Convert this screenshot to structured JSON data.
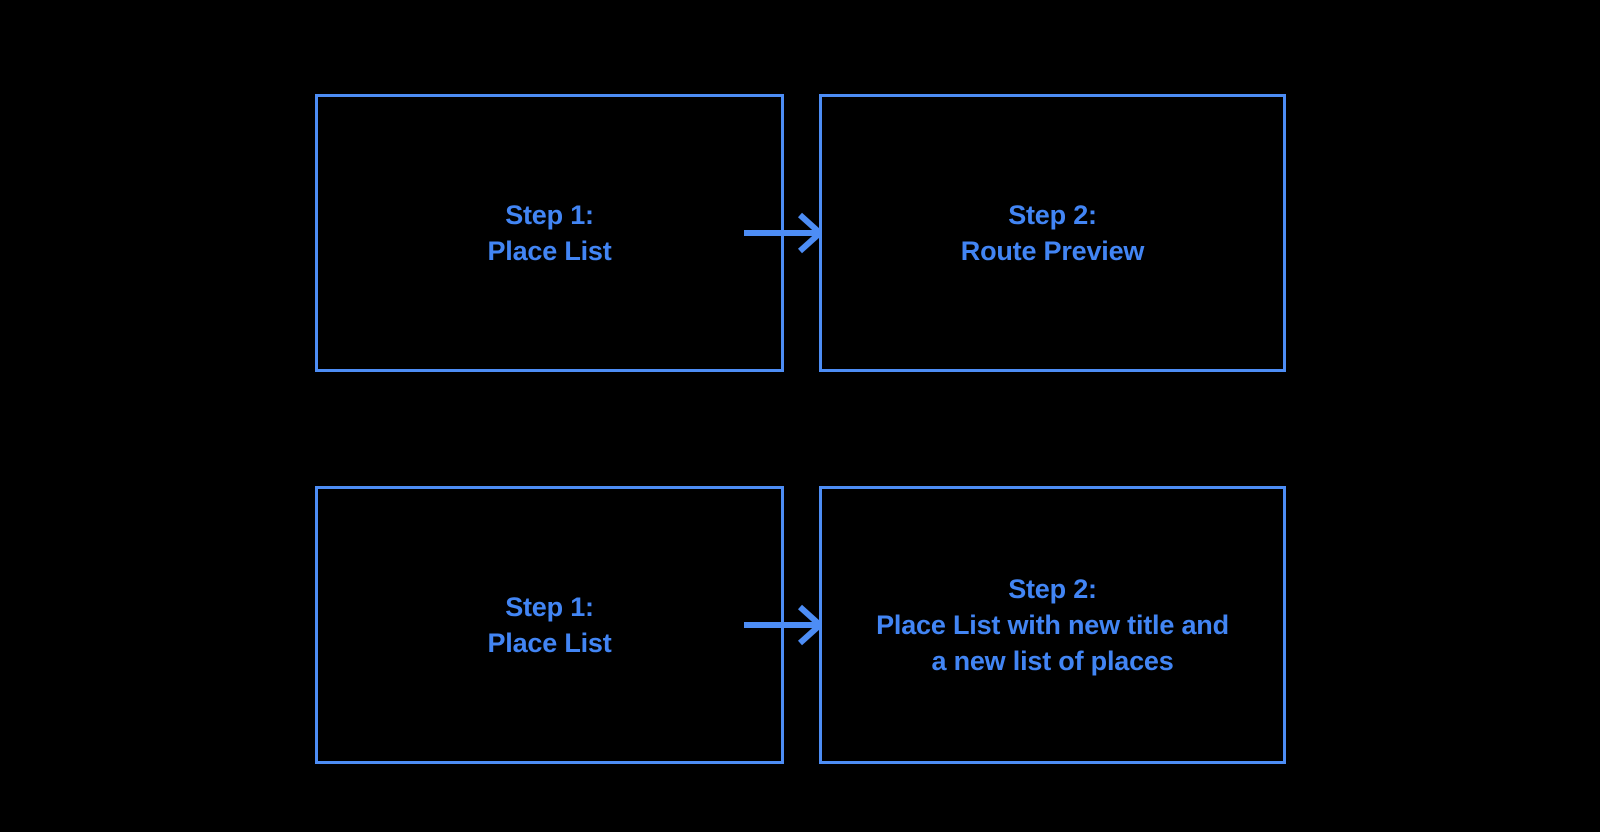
{
  "diagram": {
    "background_color": "#000000",
    "stroke_color": "#4d8df5",
    "text_color": "#4285f4",
    "rows": [
      {
        "name": "route-preview-flow",
        "boxes": [
          {
            "label": "Step 1:\nPlace List"
          },
          {
            "label": "Step 2:\nRoute Preview"
          }
        ],
        "connector": {
          "label": "arrow-right"
        }
      },
      {
        "name": "place-list-update-flow",
        "boxes": [
          {
            "label": "Step 1:\nPlace List"
          },
          {
            "label": "Step 2:\nPlace List with new title and\na new list of places"
          }
        ],
        "connector": {
          "label": "arrow-right"
        }
      }
    ]
  }
}
